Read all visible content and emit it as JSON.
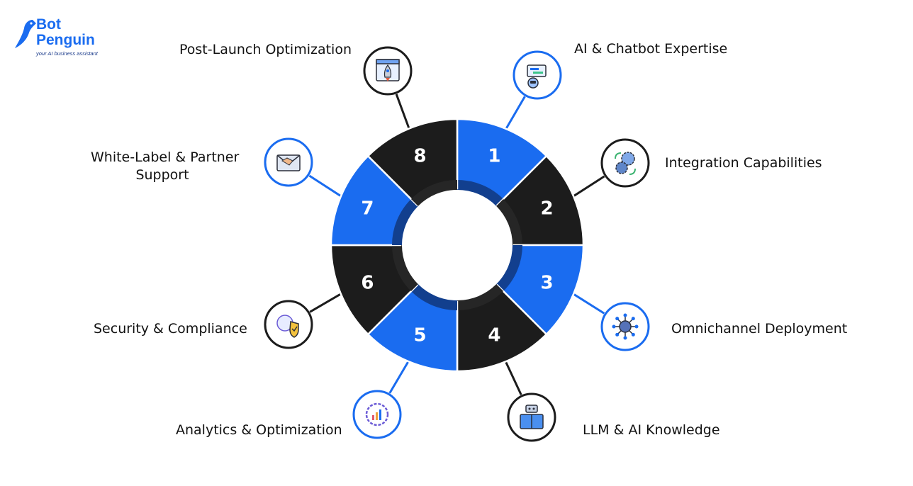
{
  "brand": {
    "name_line1": "Bot",
    "name_line2": "Penguin",
    "tagline": "your AI business assistant"
  },
  "colors": {
    "blue": "#1a6cf0",
    "dark": "#1c1c1c",
    "inner_shadow": "#262626",
    "inner_shadow_blue": "#123f8e"
  },
  "segments": [
    {
      "number": "1",
      "label": "AI & Chatbot Expertise",
      "color": "blue",
      "icon": "chatbot-robot-icon"
    },
    {
      "number": "2",
      "label": "Integration Capabilities",
      "color": "dark",
      "icon": "integration-gears-icon"
    },
    {
      "number": "3",
      "label": "Omnichannel Deployment",
      "color": "blue",
      "icon": "network-hub-icon"
    },
    {
      "number": "4",
      "label": "LLM & AI Knowledge",
      "color": "dark",
      "icon": "robot-book-icon"
    },
    {
      "number": "5",
      "label": "Analytics & Optimization",
      "color": "blue",
      "icon": "analytics-gear-icon"
    },
    {
      "number": "6",
      "label": "Security & Compliance",
      "color": "dark",
      "icon": "security-shield-icon"
    },
    {
      "number": "7",
      "label_lines": [
        "White-Label & Partner",
        "Support"
      ],
      "color": "blue",
      "icon": "partner-handshake-icon"
    },
    {
      "number": "8",
      "label": "Post-Launch Optimization",
      "color": "dark",
      "icon": "rocket-launch-icon"
    }
  ]
}
